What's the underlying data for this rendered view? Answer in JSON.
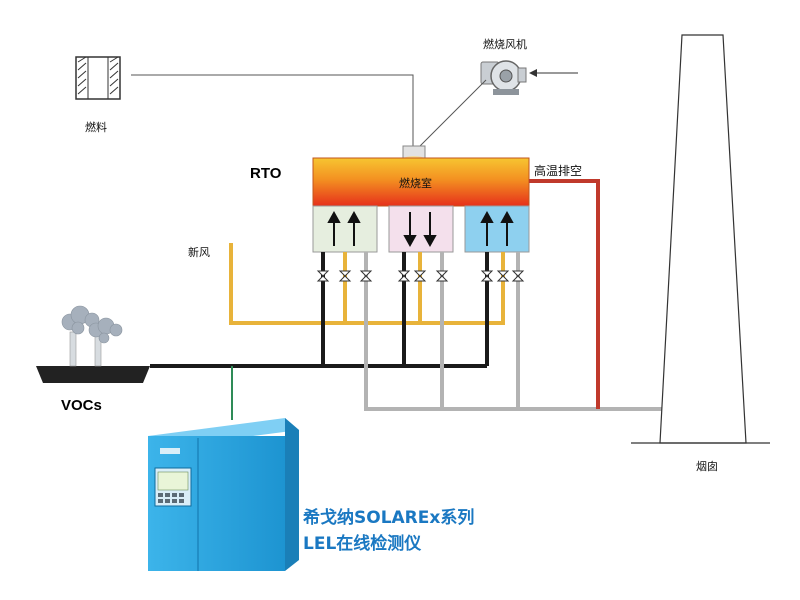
{
  "labels": {
    "fuel": "燃料",
    "burner_fan": "燃烧风机",
    "rto": "RTO",
    "combustion_chamber": "燃烧室",
    "high_temp_exhaust": "高温排空",
    "fresh_air": "新风",
    "vocs": "VOCs",
    "chimney": "烟囱",
    "product_line1": "希戈纳SOLAREx系列",
    "product_line2": "LEL在线检测仪"
  },
  "colors": {
    "fresh_air_pipe": "#e8b33a",
    "voc_pipe": "#1a1a1a",
    "exhaust_pipe": "#b3b3b3",
    "hot_exhaust_pipe": "#c0392b",
    "signal_line": "#2e8b57",
    "cabinet": "#29a9e0",
    "chamber_top": "#f5a623",
    "chamber_bottom": "#e8341c",
    "product_text": "#1a78c2"
  },
  "icons": {
    "fuel": "fuel-tank-icon",
    "fan": "blower-fan-icon",
    "burner": "burner-flame-icon",
    "factory": "factory-smoke-icon",
    "analyzer": "lel-analyzer-cabinet-icon"
  },
  "beds": [
    {
      "id": "bed-1",
      "flow": "up"
    },
    {
      "id": "bed-2",
      "flow": "down"
    },
    {
      "id": "bed-3",
      "flow": "up"
    }
  ]
}
